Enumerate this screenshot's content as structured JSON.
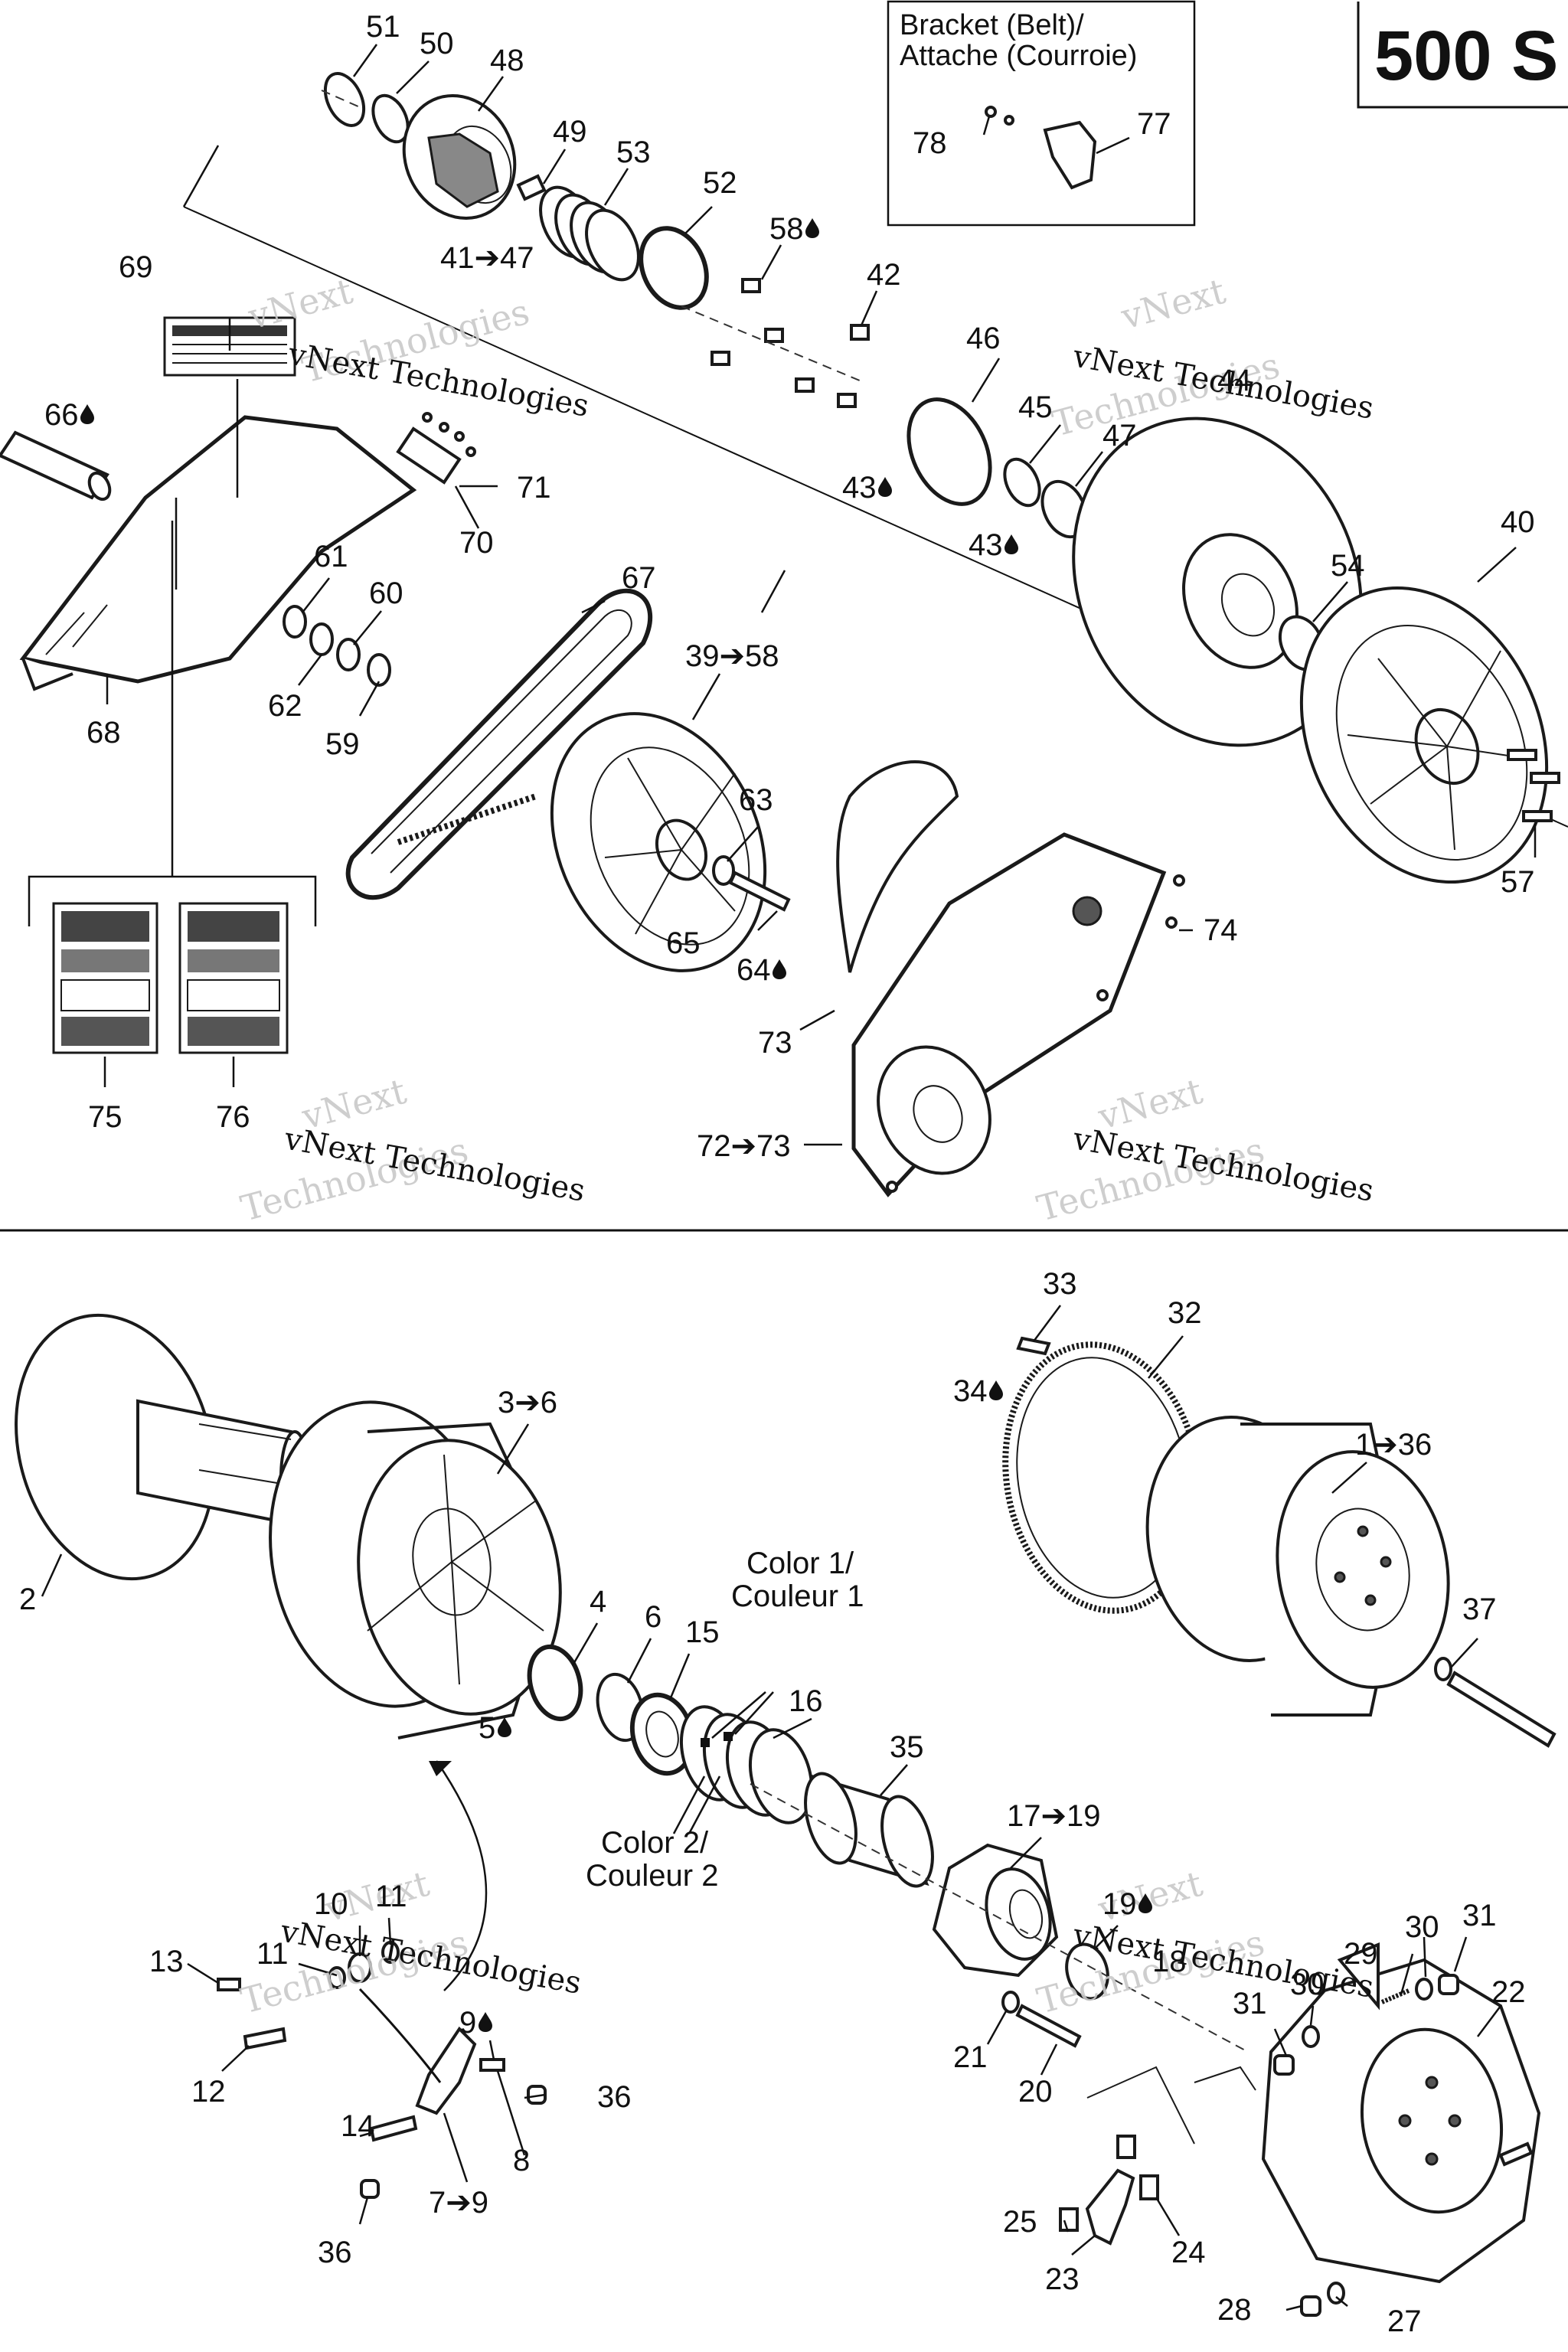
{
  "header": {
    "model_label": "500 S"
  },
  "bracket_inset": {
    "title_line1": "Bracket (Belt)/",
    "title_line2": "Attache (Courroie)",
    "parts": [
      "78",
      "77"
    ]
  },
  "annotations": {
    "color1_line1": "Color 1/",
    "color1_line2": "Couleur 1",
    "color2_line1": "Color 2/",
    "color2_line2": "Couleur 2"
  },
  "watermark": {
    "line1": "vNext",
    "line2": "vNext Technologies",
    "line3": "Technologies"
  },
  "callouts_top": [
    "51",
    "50",
    "48",
    "49",
    "53",
    "52",
    "58",
    "42",
    "46",
    "45",
    "47",
    "44",
    "41➔47",
    "43",
    "43",
    "69",
    "66",
    "71",
    "70",
    "61",
    "60",
    "62",
    "59",
    "68",
    "67",
    "39➔58",
    "40",
    "54",
    "57",
    "63",
    "65",
    "64",
    "74",
    "73",
    "72➔73",
    "75",
    "76"
  ],
  "callouts_bottom": [
    "33",
    "32",
    "34",
    "1➔36",
    "37",
    "2",
    "3➔6",
    "4",
    "6",
    "5",
    "15",
    "16",
    "35",
    "17➔19",
    "19",
    "18",
    "10",
    "11",
    "13",
    "11",
    "12",
    "9",
    "36",
    "8",
    "14",
    "7➔9",
    "36",
    "21",
    "20",
    "29",
    "30",
    "31",
    "22",
    "31",
    "30",
    "25",
    "24",
    "23",
    "28",
    "27"
  ],
  "icons": {
    "oil_drop": "oil-drop-icon",
    "arrow": "range-arrow"
  }
}
